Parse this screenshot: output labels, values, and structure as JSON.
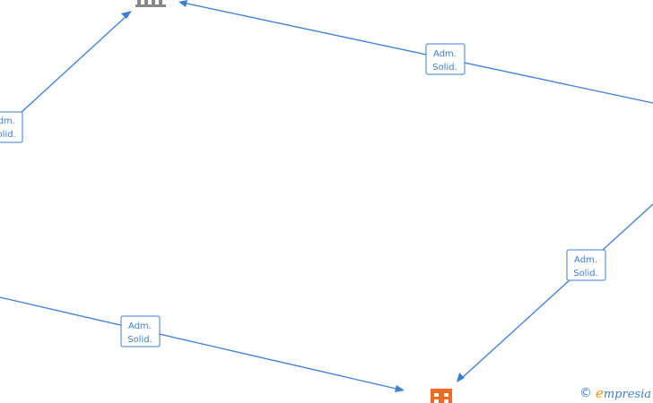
{
  "colors": {
    "edge": "#3a7fd5",
    "company_node": "#f26a21",
    "person_node": "#888888",
    "brand_initial": "#f29100"
  },
  "nodes": [
    {
      "id": "person-top",
      "icon": "building-icon",
      "kind": "person"
    },
    {
      "id": "company-bottom",
      "icon": "building-icon",
      "kind": "company"
    }
  ],
  "edges": [
    {
      "id": "edge-1",
      "label_line1": "Adm.",
      "label_line2": "Solid."
    },
    {
      "id": "edge-2",
      "label_line1": "Adm.",
      "label_line2": "Solid."
    },
    {
      "id": "edge-3",
      "label_line1": "Adm.",
      "label_line2": "Solid."
    },
    {
      "id": "edge-4",
      "label_line1": "Adm.",
      "label_line2": "Solid."
    }
  ],
  "watermark": {
    "symbol": "©",
    "brand_initial": "e",
    "brand_rest": "mpresia"
  }
}
